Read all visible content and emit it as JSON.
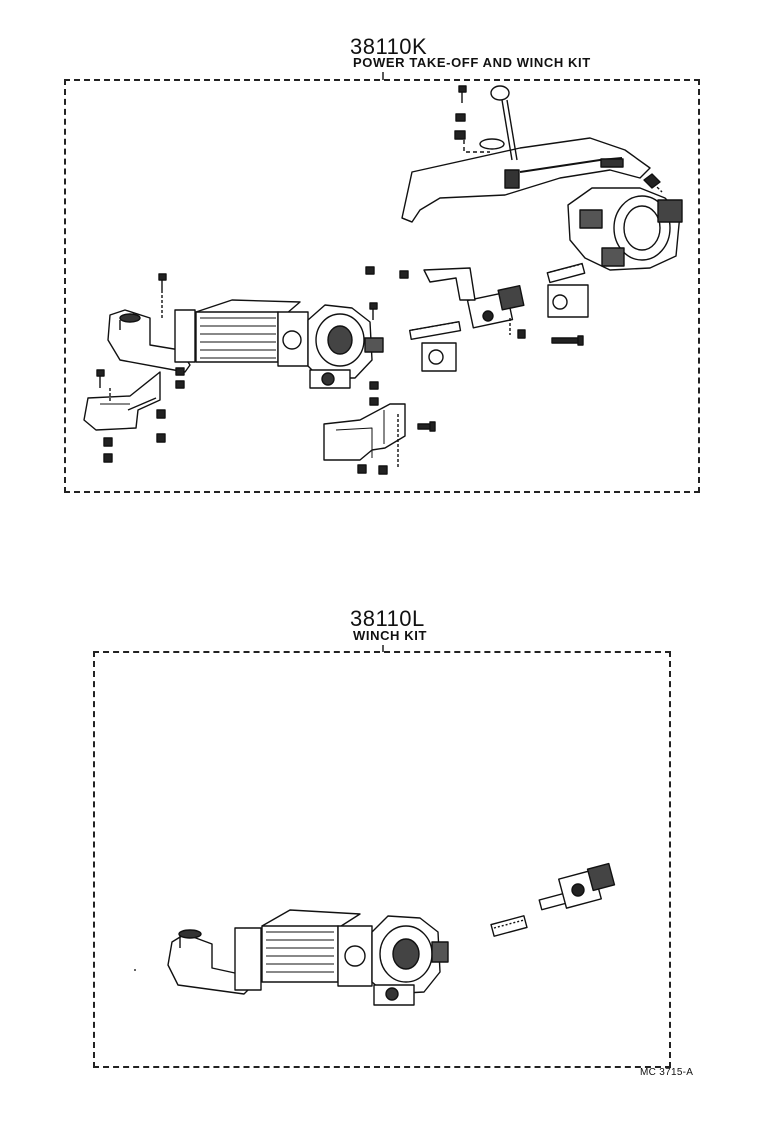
{
  "kits": [
    {
      "part_number": "38110K",
      "name": "POWER TAKE-OFF AND WINCH KIT"
    },
    {
      "part_number": "38110L",
      "name": "WINCH KIT"
    }
  ],
  "reference_code": "MC 3715-A",
  "icons": [
    "winch-assembly",
    "pto-gearbox",
    "shift-lever",
    "drive-shaft",
    "mounting-bracket",
    "bolt",
    "nut"
  ]
}
